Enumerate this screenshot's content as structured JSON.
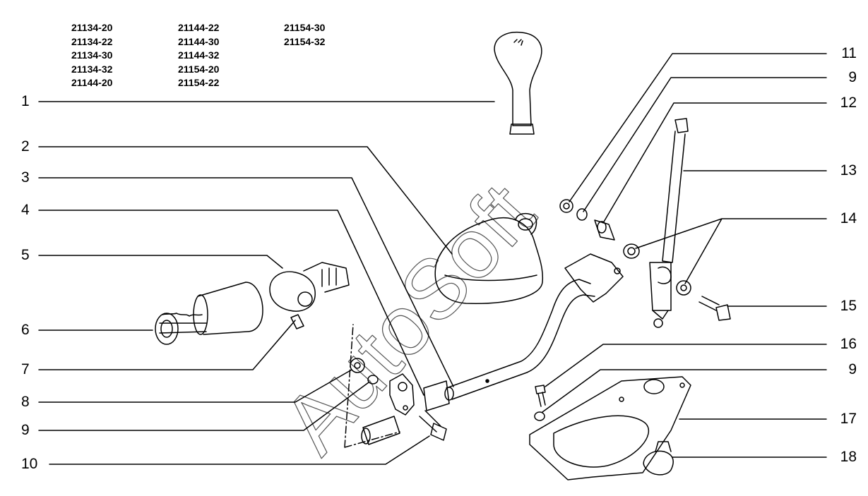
{
  "model_columns": [
    [
      "21134-20",
      "21134-22",
      "21134-30",
      "21134-32",
      "21144-20"
    ],
    [
      "21144-22",
      "21144-30",
      "21144-32",
      "21154-20",
      "21154-22"
    ],
    [
      "21154-30",
      "21154-32"
    ]
  ],
  "callouts": {
    "left": [
      "1",
      "2",
      "3",
      "4",
      "5",
      "6",
      "7",
      "8",
      "9",
      "10"
    ],
    "right": [
      "11",
      "9",
      "12",
      "13",
      "14",
      "15",
      "16",
      "9",
      "17",
      "18"
    ]
  },
  "watermark": "AutoSoft"
}
